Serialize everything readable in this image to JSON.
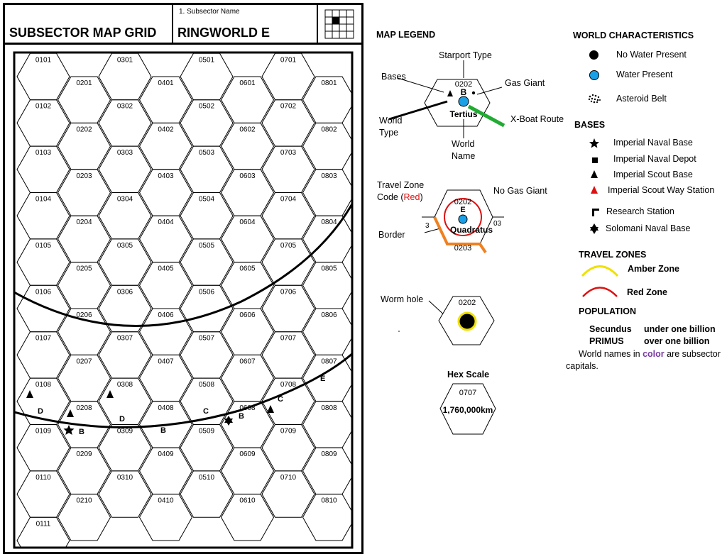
{
  "header": {
    "grid_title": "SUBSECTOR MAP GRID",
    "name_caption": "1. Subsector Name",
    "subsector_name": "RINGWORLD E"
  },
  "map": {
    "hex_ids": [
      "0101",
      "0102",
      "0103",
      "0104",
      "0105",
      "0106",
      "0107",
      "0108",
      "0109",
      "0110",
      "0111",
      "0201",
      "0202",
      "0203",
      "0204",
      "0205",
      "0206",
      "0207",
      "0208",
      "0209",
      "0210",
      "0301",
      "0302",
      "0303",
      "0304",
      "0305",
      "0306",
      "0307",
      "0308",
      "0309",
      "0310",
      "0401",
      "0402",
      "0403",
      "0404",
      "0405",
      "0406",
      "0407",
      "0408",
      "0409",
      "0410",
      "0501",
      "0502",
      "0503",
      "0504",
      "0505",
      "0506",
      "0507",
      "0508",
      "0509",
      "0510",
      "0601",
      "0602",
      "0603",
      "0604",
      "0605",
      "0606",
      "0607",
      "0608",
      "0609",
      "0610",
      "0701",
      "0702",
      "0703",
      "0704",
      "0705",
      "0706",
      "0707",
      "0708",
      "0709",
      "0710",
      "0801",
      "0802",
      "0803",
      "0804",
      "0805",
      "0806",
      "0807",
      "0808",
      "0809",
      "0810"
    ],
    "markers": {
      "d1": "D",
      "b1": "B",
      "d2": "D",
      "b2": "B",
      "c1": "C",
      "b3": "B",
      "c2": "C",
      "e1": "E"
    }
  },
  "legend": {
    "map_legend_title": "MAP LEGEND",
    "starport_type": "Starport Type",
    "bases": "Bases",
    "gas_giant": "Gas Giant",
    "world_type_1": "World",
    "world_type_2": "Type",
    "xboat_route": "X-Boat Route",
    "world_name_1": "World",
    "world_name_2": "Name",
    "example_hex": "0202",
    "example_starport": "B",
    "example_world": "Tertius",
    "travel_zone_code_1": "Travel Zone",
    "travel_zone_code_2": "Code (",
    "travel_zone_code_red": "Red",
    "travel_zone_code_3": ")",
    "no_gas_giant": "No Gas Giant",
    "border": "Border",
    "border_hex_top": "0202",
    "border_hex_bottom": "0203",
    "border_starport": "E",
    "border_world": "Quadratus",
    "border_left_fragment": "3",
    "border_right_fragment": "03",
    "worm_hole": "Worm hole",
    "worm_hex": "0202",
    "hex_scale_title": "Hex Scale",
    "hex_scale_hex": "0707",
    "hex_scale_value": "1,760,000km"
  },
  "world_characteristics": {
    "title": "WORLD CHARACTERISTICS",
    "no_water": "No Water Present",
    "water": "Water Present",
    "asteroid": "Asteroid Belt"
  },
  "bases": {
    "title": "BASES",
    "items": [
      "Imperial Naval Base",
      "Imperial Naval Depot",
      "Imperial Scout Base",
      "Imperial Scout Way Station",
      "Research Station",
      "Solomani Naval Base"
    ]
  },
  "travel_zones": {
    "title": "TRAVEL ZONES",
    "amber": "Amber Zone",
    "red": "Red Zone"
  },
  "population": {
    "title": "POPULATION",
    "secundus": "Secundus",
    "secundus_desc": "under one billion",
    "primus": "PRIMUS",
    "primus_desc": "over one billion",
    "note_1": "World names in ",
    "note_color_word": "color",
    "note_2": " are subsector",
    "note_3": "capitals."
  },
  "colors": {
    "water": "#1aa0e6",
    "xboat": "#22aa33",
    "red_zone": "#dd1111",
    "amber_zone": "#f0e000",
    "border": "#f08020",
    "capital_color": "#7a3aa0"
  }
}
